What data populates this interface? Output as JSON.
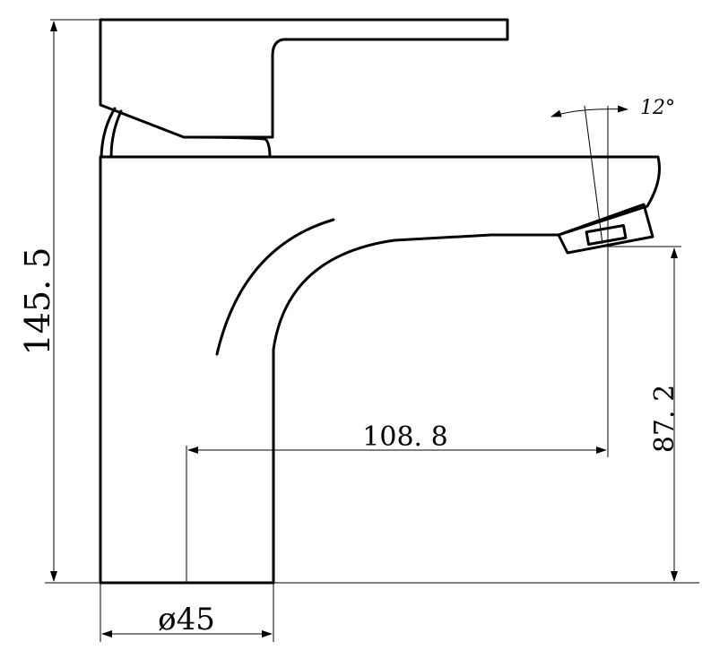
{
  "dimensions": {
    "total_height": "145. 5",
    "spout_height": "87. 2",
    "spout_reach": "108. 8",
    "base_diameter": "ø45",
    "aerator_angle": "12°"
  }
}
